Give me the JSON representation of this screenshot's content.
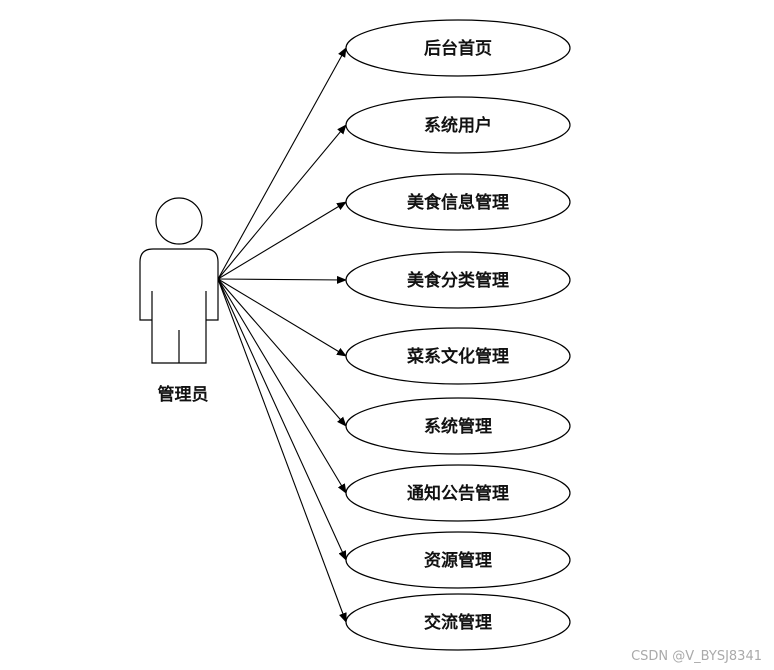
{
  "actor": {
    "label": "管理员"
  },
  "use_cases": [
    {
      "label": "后台首页"
    },
    {
      "label": "系统用户"
    },
    {
      "label": "美食信息管理"
    },
    {
      "label": "美食分类管理"
    },
    {
      "label": "菜系文化管理"
    },
    {
      "label": "系统管理"
    },
    {
      "label": "通知公告管理"
    },
    {
      "label": "资源管理"
    },
    {
      "label": "交流管理"
    }
  ],
  "watermark": "CSDN @V_BYSJ8341",
  "colors": {
    "stroke": "#000000",
    "background": "#ffffff",
    "watermark": "#aaaaaa"
  }
}
